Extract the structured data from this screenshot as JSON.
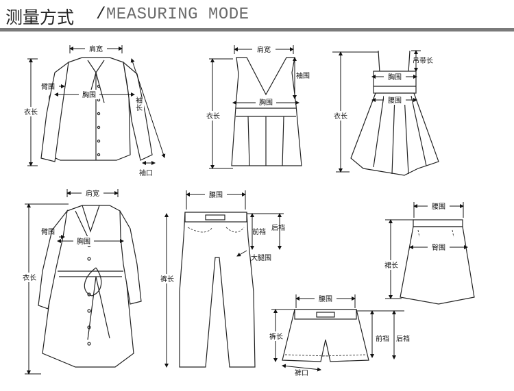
{
  "header": {
    "title_cn": "测量方式",
    "separator": "/",
    "title_en": "MEASURING MODE"
  },
  "garments": {
    "blouse": {
      "shoulder": "肩宽",
      "arm": "臂围",
      "chest": "胸围",
      "length": "衣长",
      "sleeve_length": "袖长",
      "cuff": "袖口"
    },
    "tank": {
      "shoulder": "肩宽",
      "armhole": "袖围",
      "chest": "胸围",
      "length": "衣长"
    },
    "dress": {
      "strap": "吊带长",
      "chest": "胸围",
      "waist": "腰围",
      "length": "衣长"
    },
    "coat": {
      "shoulder": "肩宽",
      "arm": "臂围",
      "chest": "胸围",
      "length": "衣长"
    },
    "trousers": {
      "waist": "腰围",
      "front_rise": "前裆",
      "back_rise": "后裆",
      "thigh": "大腿围",
      "length": "裤长"
    },
    "skirt": {
      "waist": "腰围",
      "hip": "臀围",
      "length": "裙长"
    },
    "shorts": {
      "waist": "腰围",
      "length": "裤长",
      "front_rise": "前裆",
      "back_rise": "后裆",
      "hem": "裤口"
    }
  }
}
